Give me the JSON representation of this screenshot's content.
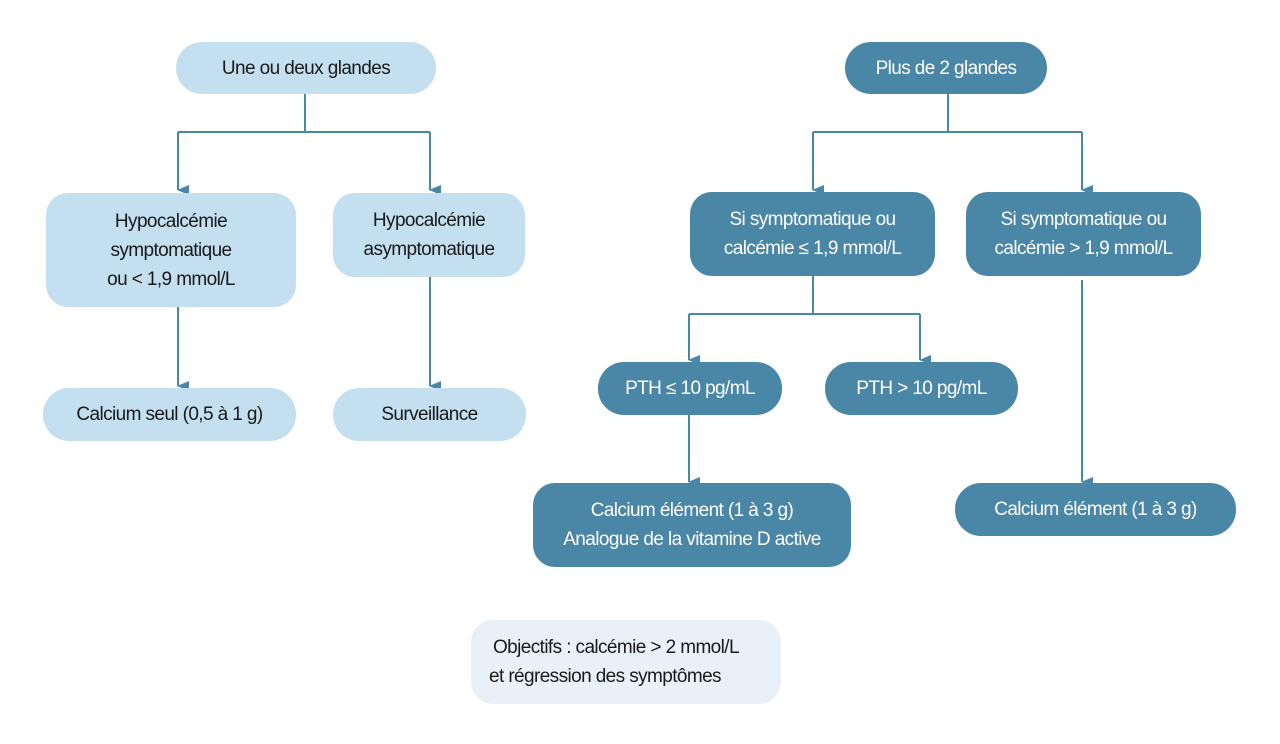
{
  "colors": {
    "light_node": "#c3dff0",
    "dark_node": "#4a86a6",
    "note_node": "#e8f1f8",
    "connector": "#4a86a6"
  },
  "left_branch": {
    "root": {
      "label": "Une ou deux glandes"
    },
    "symptomatic": {
      "lines": [
        "Hypocalcémie",
        "symptomatique",
        "ou < 1,9 mmol/L"
      ]
    },
    "asymptomatic": {
      "lines": [
        "Hypocalcémie",
        "asymptomatique"
      ]
    },
    "treatment_symptomatic": {
      "label": "Calcium seul (0,5 à 1 g)"
    },
    "treatment_asymptomatic": {
      "label": "Surveillance"
    }
  },
  "right_branch": {
    "root": {
      "label": "Plus de 2 glandes"
    },
    "low_calcemia": {
      "lines": [
        "Si symptomatique ou",
        "calcémie ≤ 1,9 mmol/L"
      ]
    },
    "high_calcemia": {
      "lines": [
        "Si symptomatique ou",
        "calcémie > 1,9 mmol/L"
      ]
    },
    "pth_low": {
      "label": "PTH ≤ 10 pg/mL"
    },
    "pth_high": {
      "label": "PTH > 10 pg/mL"
    },
    "treatment_pth_low": {
      "lines": [
        "Calcium élément (1 à 3 g)",
        "Analogue de la vitamine D active"
      ]
    },
    "treatment_high_calcemia": {
      "label": "Calcium élément (1 à 3 g)"
    }
  },
  "objectives": {
    "lines": [
      "Objectifs : calcémie > 2 mmol/L",
      "et régression des symptômes"
    ]
  }
}
